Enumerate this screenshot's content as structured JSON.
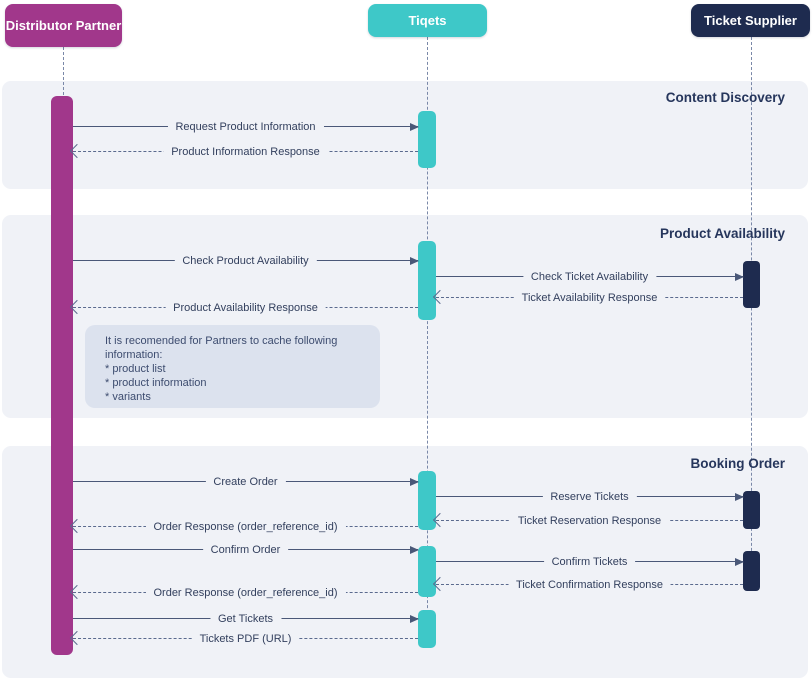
{
  "actors": [
    {
      "label": "Distributor Partner",
      "color": "#A1378B"
    },
    {
      "label": "Tiqets",
      "color": "#3EC8C8"
    },
    {
      "label": "Ticket Supplier",
      "color": "#1E2B4F"
    }
  ],
  "sections": [
    {
      "title": "Content Discovery",
      "messages": [
        {
          "label": "Request Product Information",
          "type": "request"
        },
        {
          "label": "Product Information Response",
          "type": "response"
        }
      ]
    },
    {
      "title": "Product Availability",
      "messages": [
        {
          "label": "Check Product Availability",
          "type": "request"
        },
        {
          "label": "Check Ticket Availability",
          "type": "request"
        },
        {
          "label": "Ticket Availability Response",
          "type": "response"
        },
        {
          "label": "Product Availability Response",
          "type": "response"
        }
      ],
      "note": {
        "intro": "It is recomended for Partners to cache following information:",
        "bullets": [
          "* product list",
          "* product information",
          "* variants"
        ]
      }
    },
    {
      "title": "Booking Order",
      "messages": [
        {
          "label": "Create Order",
          "type": "request"
        },
        {
          "label": "Reserve Tickets",
          "type": "request"
        },
        {
          "label": "Ticket Reservation Response",
          "type": "response"
        },
        {
          "label": "Order Response (order_reference_id)",
          "type": "response"
        },
        {
          "label": "Confirm Order",
          "type": "request"
        },
        {
          "label": "Confirm Tickets",
          "type": "request"
        },
        {
          "label": "Ticket Confirmation Response",
          "type": "response"
        },
        {
          "label": "Order Response (order_reference_id)",
          "type": "response"
        },
        {
          "label": "Get Tickets",
          "type": "request"
        },
        {
          "label": "Tickets PDF (URL)",
          "type": "response"
        }
      ]
    }
  ],
  "colors": {
    "purple": "#A1378B",
    "teal": "#3EC8C8",
    "navy": "#1E2B4F",
    "section_background": "#F0F2F7",
    "note_background": "#DCE2EE",
    "line": "#4A5878"
  }
}
